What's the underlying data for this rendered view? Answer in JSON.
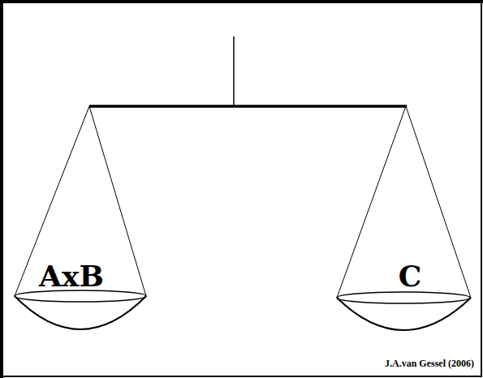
{
  "diagram": {
    "labels": [
      "AxB",
      "C",
      "J.A.van Gessel (2006)"
    ]
  }
}
